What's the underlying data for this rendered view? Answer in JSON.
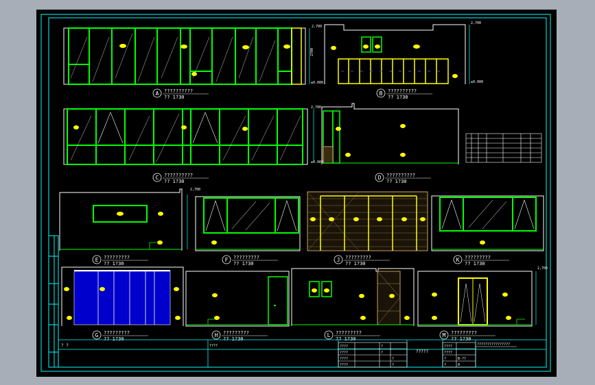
{
  "drawing": {
    "views": [
      {
        "letter": "A",
        "title": "??????????",
        "scale": "??  1?30"
      },
      {
        "letter": "B",
        "title": "??????????",
        "scale": "??  1?30"
      },
      {
        "letter": "C",
        "title": "??????????",
        "scale": "??  1?30"
      },
      {
        "letter": "D",
        "title": "??????????",
        "scale": "??  1?30"
      },
      {
        "letter": "E",
        "title": "?????????",
        "scale": "??  1?30"
      },
      {
        "letter": "F",
        "title": "?????????",
        "scale": "??  1?30"
      },
      {
        "letter": "J",
        "title": "?????????",
        "scale": "??  1?30"
      },
      {
        "letter": "K",
        "title": "?????????",
        "scale": "??  1?30"
      },
      {
        "letter": "G",
        "title": "?????????",
        "scale": "??  1?30"
      },
      {
        "letter": "H",
        "title": "?????????",
        "scale": "??  1?30"
      },
      {
        "letter": "L",
        "title": "?????????",
        "scale": "??  1?30"
      },
      {
        "letter": "M",
        "title": "?????????",
        "scale": "??  1?30"
      }
    ],
    "title_block": {
      "left_label": "? ?",
      "mid_label": "????",
      "drawing_name": "?????",
      "right_label": "????",
      "right_long": "????????????????",
      "cells": [
        "????",
        "????",
        "????",
        "????",
        "????",
        "????",
        "?",
        "?",
        "?",
        "?",
        "?",
        "?",
        "B-??",
        "0"
      ]
    },
    "dims": {
      "a_top": "2,700",
      "a_bot": "±0.000",
      "a_h": "2700",
      "b_top": "2,700",
      "b_bot": "±0.000"
    },
    "colors": {
      "border": "#00ffff",
      "green": "#00ff00",
      "yellow": "#ffff00",
      "white": "#ffffff",
      "blue": "#0000cc",
      "brown": "#c8a060"
    }
  }
}
